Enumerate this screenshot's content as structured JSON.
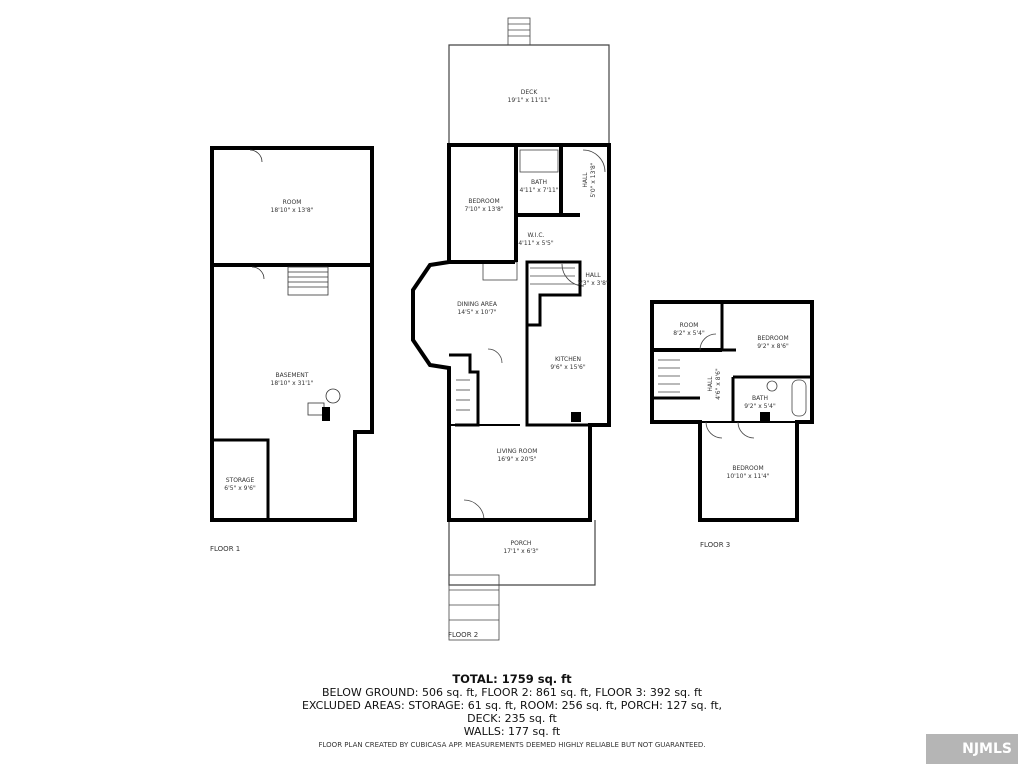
{
  "floors": [
    {
      "label": "FLOOR 1",
      "rooms": [
        {
          "name": "ROOM",
          "size": "18'10\" x 13'8\""
        },
        {
          "name": "BASEMENT",
          "size": "18'10\" x 31'1\""
        },
        {
          "name": "STORAGE",
          "size": "6'5\" x 9'6\""
        }
      ]
    },
    {
      "label": "FLOOR 2",
      "rooms": [
        {
          "name": "DECK",
          "size": "19'1\" x 11'11\""
        },
        {
          "name": "BEDROOM",
          "size": "7'10\" x 13'8\""
        },
        {
          "name": "BATH",
          "size": "4'11\" x 7'11\""
        },
        {
          "name": "HALL",
          "size": "5'0\" x 13'8\""
        },
        {
          "name": "W.I.C.",
          "size": "4'11\" x 5'5\""
        },
        {
          "name": "HALL",
          "size": "3'3\" x 3'8\""
        },
        {
          "name": "DINING AREA",
          "size": "14'5\" x 10'7\""
        },
        {
          "name": "KITCHEN",
          "size": "9'6\" x 15'6\""
        },
        {
          "name": "LIVING ROOM",
          "size": "16'9\" x 20'5\""
        },
        {
          "name": "PORCH",
          "size": "17'1\" x 6'3\""
        }
      ]
    },
    {
      "label": "FLOOR 3",
      "rooms": [
        {
          "name": "ROOM",
          "size": "8'2\" x 5'4\""
        },
        {
          "name": "BEDROOM",
          "size": "9'2\" x 8'6\""
        },
        {
          "name": "HALL",
          "size": "4'6\" x 8'6\""
        },
        {
          "name": "BATH",
          "size": "9'2\" x 5'4\""
        },
        {
          "name": "BEDROOM",
          "size": "10'10\" x 11'4\""
        }
      ]
    }
  ],
  "summary": {
    "total": "TOTAL: 1759 sq. ft",
    "line1": "BELOW GROUND: 506 sq. ft, FLOOR 2: 861 sq. ft, FLOOR 3: 392 sq. ft",
    "line2": "EXCLUDED AREAS: STORAGE: 61 sq. ft, ROOM: 256 sq. ft, PORCH: 127 sq. ft,",
    "line3": "DECK: 235 sq. ft",
    "line4": "WALLS: 177 sq. ft"
  },
  "disclaimer": "FLOOR PLAN CREATED BY CUBICASA APP. MEASUREMENTS DEEMED HIGHLY RELIABLE BUT NOT GUARANTEED.",
  "watermark": "NJMLS"
}
